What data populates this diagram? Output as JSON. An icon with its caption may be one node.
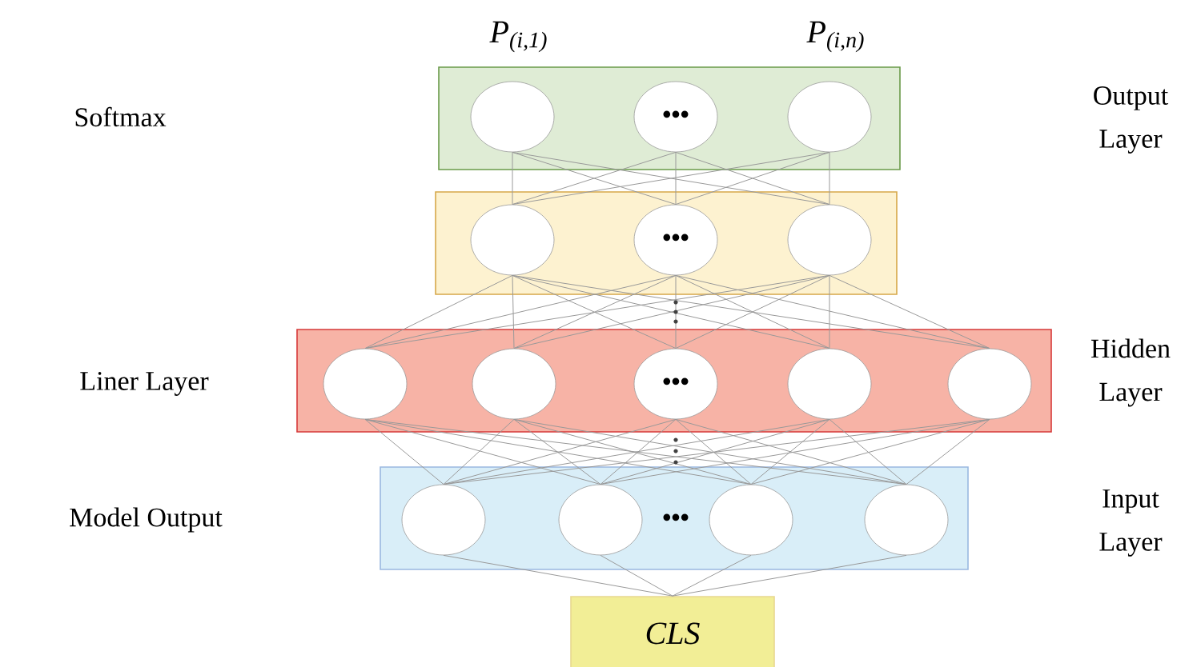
{
  "diagram": {
    "nodes": [
      {
        "text": [],
        "shape": "box"
      },
      {
        "text": [],
        "shape": "circle",
        "in": 0,
        "beside": [
          "P$_{(i,1)}$"
        ]
      },
      {
        "text": [
          "•••"
        ],
        "in": 0
      },
      {
        "text": [],
        "shape": "circle",
        "in": 0,
        "beside": [
          "P$_{(i,n)}$"
        ]
      },
      {
        "text": [],
        "shape": "box"
      },
      {
        "text": [],
        "shape": "circle",
        "in": 4
      },
      {
        "text": [
          "•••"
        ],
        "in": 4
      },
      {
        "text": [],
        "shape": "circle",
        "in": 4
      },
      {
        "text": [],
        "shape": "box"
      },
      {
        "text": [],
        "shape": "circle",
        "in": 8
      },
      {
        "text": [],
        "shape": "circle",
        "in": 8
      },
      {
        "text": [
          "•••"
        ],
        "in": 8
      },
      {
        "text": [],
        "shape": "circle",
        "in": 8
      },
      {
        "text": [],
        "shape": "circle",
        "in": 8
      },
      {
        "text": [],
        "shape": "box"
      },
      {
        "text": [],
        "shape": "circle",
        "in": 14
      },
      {
        "text": [],
        "shape": "circle",
        "in": 14
      },
      {
        "text": [],
        "shape": "circle",
        "in": 14
      },
      {
        "text": [],
        "shape": "circle",
        "in": 14
      },
      {
        "text": [
          "CLS"
        ]
      }
    ],
    "edges": [
      {
        "from": 1,
        "to": 5,
        "arrow": "none"
      },
      {
        "from": 1,
        "to": 6,
        "arrow": "none"
      },
      {
        "from": 1,
        "to": 7,
        "arrow": "none"
      },
      {
        "from": 2,
        "to": 5,
        "arrow": "none"
      },
      {
        "from": 2,
        "to": 6,
        "arrow": "none"
      },
      {
        "from": 2,
        "to": 7,
        "arrow": "none"
      },
      {
        "from": 3,
        "to": 5,
        "arrow": "none"
      },
      {
        "from": 3,
        "to": 6,
        "arrow": "none"
      },
      {
        "from": 3,
        "to": 7,
        "arrow": "none"
      },
      {
        "from": 5,
        "to": 9,
        "arrow": "none"
      },
      {
        "from": 5,
        "to": 10,
        "arrow": "none"
      },
      {
        "from": 5,
        "to": 11,
        "arrow": "none"
      },
      {
        "from": 5,
        "to": 12,
        "arrow": "none"
      },
      {
        "from": 5,
        "to": 13,
        "arrow": "none"
      },
      {
        "from": 6,
        "to": 9,
        "arrow": "none"
      },
      {
        "from": 6,
        "to": 10,
        "arrow": "none"
      },
      {
        "from": 6,
        "to": 11,
        "arrow": "none"
      },
      {
        "from": 6,
        "to": 12,
        "arrow": "none"
      },
      {
        "from": 6,
        "to": 13,
        "arrow": "none"
      },
      {
        "from": 7,
        "to": 9,
        "arrow": "none"
      },
      {
        "from": 7,
        "to": 10,
        "arrow": "none"
      },
      {
        "from": 7,
        "to": 11,
        "arrow": "none"
      },
      {
        "from": 7,
        "to": 12,
        "arrow": "none"
      },
      {
        "from": 7,
        "to": 13,
        "arrow": "none"
      },
      {
        "from": 9,
        "to": 15,
        "arrow": "none"
      },
      {
        "from": 9,
        "to": 16,
        "arrow": "none"
      },
      {
        "from": 9,
        "to": 17,
        "arrow": "none"
      },
      {
        "from": 9,
        "to": 18,
        "arrow": "none"
      },
      {
        "from": 10,
        "to": 15,
        "arrow": "none"
      },
      {
        "from": 10,
        "to": 16,
        "arrow": "none"
      },
      {
        "from": 10,
        "to": 17,
        "arrow": "none"
      },
      {
        "from": 10,
        "to": 18,
        "arrow": "none"
      },
      {
        "from": 11,
        "to": 15,
        "arrow": "none"
      },
      {
        "from": 11,
        "to": 16,
        "arrow": "none"
      },
      {
        "from": 11,
        "to": 17,
        "arrow": "none"
      },
      {
        "from": 11,
        "to": 18,
        "arrow": "none"
      },
      {
        "from": 12,
        "to": 15,
        "arrow": "none"
      },
      {
        "from": 12,
        "to": 16,
        "arrow": "none"
      },
      {
        "from": 12,
        "to": 17,
        "arrow": "none"
      },
      {
        "from": 12,
        "to": 18,
        "arrow": "none"
      },
      {
        "from": 13,
        "to": 15,
        "arrow": "none"
      },
      {
        "from": 13,
        "to": 16,
        "arrow": "none"
      },
      {
        "from": 13,
        "to": 17,
        "arrow": "none"
      },
      {
        "from": 13,
        "to": 18,
        "arrow": "none"
      },
      {
        "from": 15,
        "to": 19,
        "arrow": "none"
      },
      {
        "from": 16,
        "to": 19,
        "arrow": "none"
      },
      {
        "from": 17,
        "to": 19,
        "arrow": "none"
      },
      {
        "from": 18,
        "to": 19,
        "arrow": "none"
      }
    ],
    "labels": [
      "Softmax",
      "Output Layer",
      "Liner Layer",
      "Hidden Layer",
      "Model Output",
      "•••",
      "Input Layer"
    ]
  }
}
